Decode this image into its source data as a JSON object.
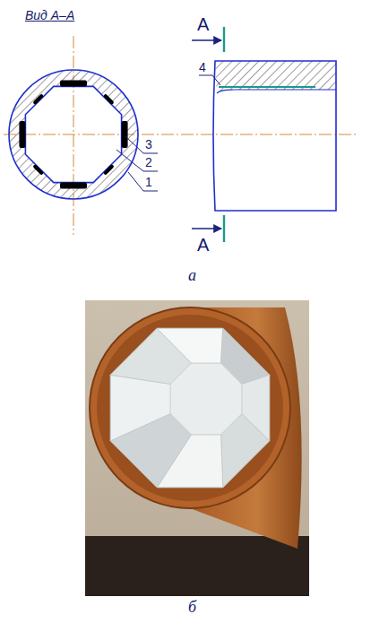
{
  "diagram": {
    "labels": [
      "Вид А–А",
      "4",
      "3",
      "2",
      "1",
      "A",
      "A",
      "а",
      "б"
    ]
  }
}
